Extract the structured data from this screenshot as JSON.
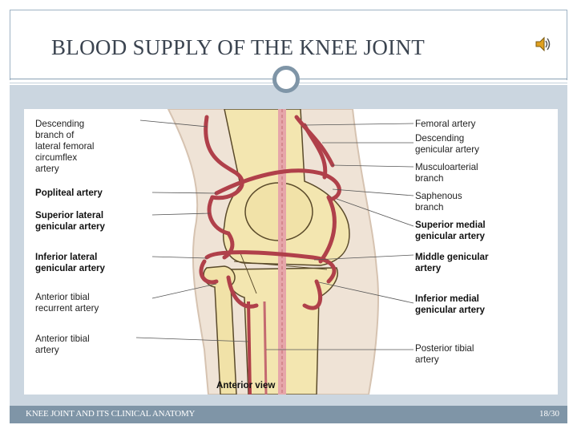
{
  "slide": {
    "title": "BLOOD SUPPLY OF THE KNEE JOINT",
    "footer_left": "KNEE JOINT AND ITS CLINICAL ANATOMY",
    "footer_right": "18/30"
  },
  "figure": {
    "caption": "Anterior view",
    "left_labels": [
      [
        "Descending",
        "branch of",
        "lateral femoral",
        "circumflex",
        "artery"
      ],
      [
        "Popliteal artery"
      ],
      [
        "Superior lateral",
        "genicular artery"
      ],
      [
        "Inferior lateral",
        "genicular artery"
      ],
      [
        "Anterior tibial",
        "recurrent artery"
      ],
      [
        "Anterior tibial",
        "artery"
      ]
    ],
    "right_labels": [
      [
        "Femoral artery"
      ],
      [
        "Descending",
        "genicular artery"
      ],
      [
        "Musculoarterial",
        "branch"
      ],
      [
        "Saphenous",
        "branch"
      ],
      [
        "Superior medial",
        "genicular artery"
      ],
      [
        "Middle genicular",
        "artery"
      ],
      [
        "Inferior medial",
        "genicular artery"
      ],
      [
        "Posterior tibial",
        "artery"
      ]
    ]
  },
  "icons": {
    "speaker": "speaker-icon"
  },
  "colors": {
    "accent": "#7f95a7",
    "panel": "#cbd6e0",
    "artery": "#b0404a",
    "bone": "#f3e6b0"
  }
}
